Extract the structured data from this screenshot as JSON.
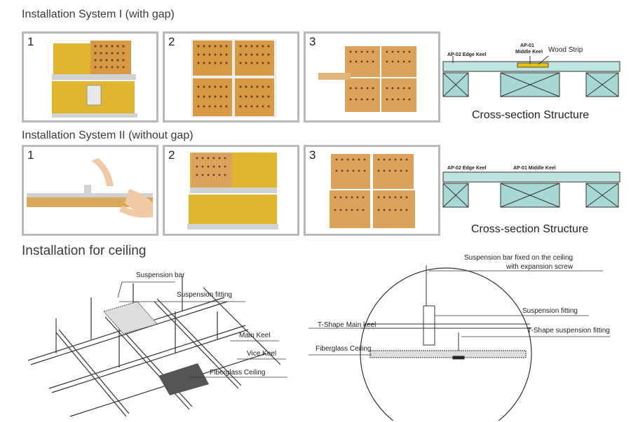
{
  "section1": {
    "title": "Installation System I (with gap)",
    "steps": [
      "1",
      "2",
      "3"
    ],
    "cross_section": {
      "edge_keel": "AP-02 Edge Keel",
      "middle_keel_code": "AP-01",
      "middle_keel": "Middle Keel",
      "wood_strip": "Wood Strip",
      "caption": "Cross-section Structure"
    }
  },
  "section2": {
    "title": "Installation System II (without gap)",
    "steps": [
      "1",
      "2",
      "3"
    ],
    "cross_section": {
      "edge_keel": "AP-02 Edge Keel",
      "middle_keel": "AP-01 Middle Keel",
      "caption": "Cross-section Structure"
    }
  },
  "section3": {
    "title": "Installation for ceiling",
    "grid_labels": {
      "suspension_bar": "Suspension bar",
      "suspension_fitting": "Suspension fitting",
      "main_keel": "Main Keel",
      "vice_keel": "Vice Keel",
      "fiberglass_ceiling": "Fiberglass Ceiling"
    },
    "detail_labels": {
      "suspension_bar_line1": "Suspension bar fixed on the ceiling",
      "suspension_bar_line2": "with expansion screw",
      "suspension_fitting": "Suspension fitting",
      "t_main_keel": "T-Shape Main keel",
      "t_suspension_fitting": "T-Shape suspension fitting",
      "fiberglass_ceiling": "Fiberglass Ceiling"
    }
  },
  "colors": {
    "frame": "#b9b9b9",
    "panel_wood": "#d9a24a",
    "panel_yellow": "#e6b62a",
    "keel_teal": "#a7d8d3",
    "cross_section_fill": "#bfe3df"
  }
}
